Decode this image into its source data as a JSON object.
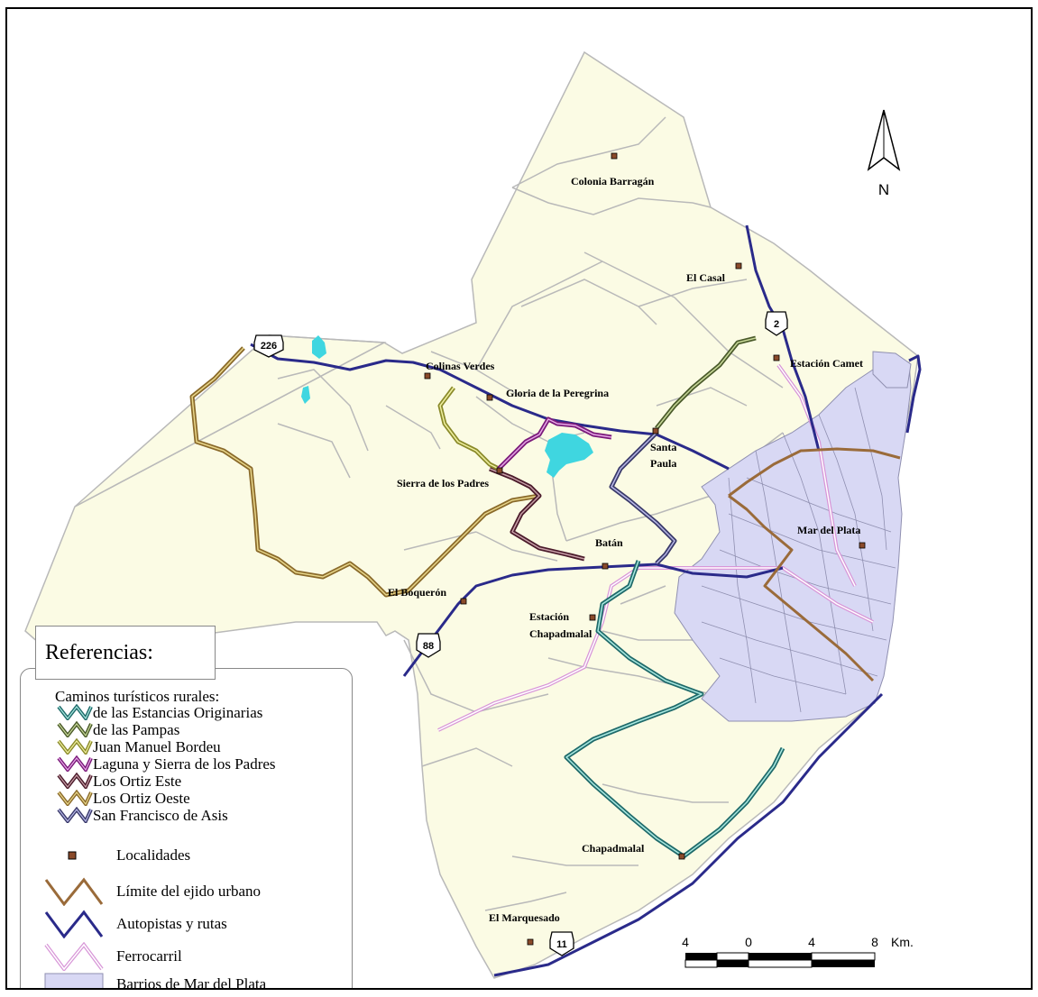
{
  "colors": {
    "land": "#fbfbe4",
    "land_border": "#b9b9b9",
    "urban": "#d8d8f4",
    "urban_border": "#8f8fb0",
    "lagoon": "#3fd6e0",
    "highway": "#2a2a8a",
    "railway": "#d896d8",
    "urban_limit": "#9a6b3a",
    "route_estancias": "#1f6a6a",
    "route_pampas": "#4a5a2a",
    "route_bordeu": "#8a8a2a",
    "route_laguna": "#7a1a7a",
    "route_ortiz_este": "#4a1a2a",
    "route_ortiz_oeste": "#8a6a2a",
    "route_san_francisco": "#3a3a6a",
    "locality": "#8a4a2a"
  },
  "places": [
    {
      "id": "colonia-barragan",
      "label": "Colonia Barragán"
    },
    {
      "id": "el-casal",
      "label": "El Casal"
    },
    {
      "id": "estacion-camet",
      "label": "Estación Camet"
    },
    {
      "id": "colinas-verdes",
      "label": "Colinas Verdes"
    },
    {
      "id": "gloria-peregrina",
      "label": "Gloria de la Peregrina"
    },
    {
      "id": "sierra-padres",
      "label": "Sierra de los Padres"
    },
    {
      "id": "santa-paula-1",
      "label": "Santa"
    },
    {
      "id": "santa-paula-2",
      "label": "Paula"
    },
    {
      "id": "mar-del-plata",
      "label": "Mar del Plata"
    },
    {
      "id": "batan",
      "label": "Batán"
    },
    {
      "id": "el-boqueron",
      "label": "El Boquerón"
    },
    {
      "id": "estacion-chapadmalal-1",
      "label": "Estación"
    },
    {
      "id": "estacion-chapadmalal-2",
      "label": "Chapadmalal"
    },
    {
      "id": "chapadmalal",
      "label": "Chapadmalal"
    },
    {
      "id": "el-marquesado",
      "label": "El Marquesado"
    }
  ],
  "shields": [
    {
      "id": "route-226",
      "label": "226"
    },
    {
      "id": "route-2",
      "label": "2"
    },
    {
      "id": "route-88",
      "label": "88"
    },
    {
      "id": "route-11",
      "label": "11"
    }
  ],
  "north": {
    "letter": "N"
  },
  "scale": {
    "ticks": [
      "4",
      "0",
      "4",
      "8"
    ],
    "unit": "Km."
  },
  "legend": {
    "title": "Referencias:",
    "routes_heading": "Caminos turísticos rurales:",
    "routes": [
      {
        "label": "de las Estancias Originarias",
        "color_key": "route_estancias"
      },
      {
        "label": "de las Pampas",
        "color_key": "route_pampas"
      },
      {
        "label": "Juan Manuel Bordeu",
        "color_key": "route_bordeu"
      },
      {
        "label": "Laguna y Sierra de los Padres",
        "color_key": "route_laguna"
      },
      {
        "label": "Los Ortiz Este",
        "color_key": "route_ortiz_este"
      },
      {
        "label": "Los Ortiz Oeste",
        "color_key": "route_ortiz_oeste"
      },
      {
        "label": "San Francisco de Asis",
        "color_key": "route_san_francisco"
      }
    ],
    "localidades": "Localidades",
    "limite": "Límite del ejido urbano",
    "autopistas": "Autopistas y rutas",
    "ferrocarril": "Ferrocarril",
    "barrios": "Barrios de Mar del Plata"
  }
}
